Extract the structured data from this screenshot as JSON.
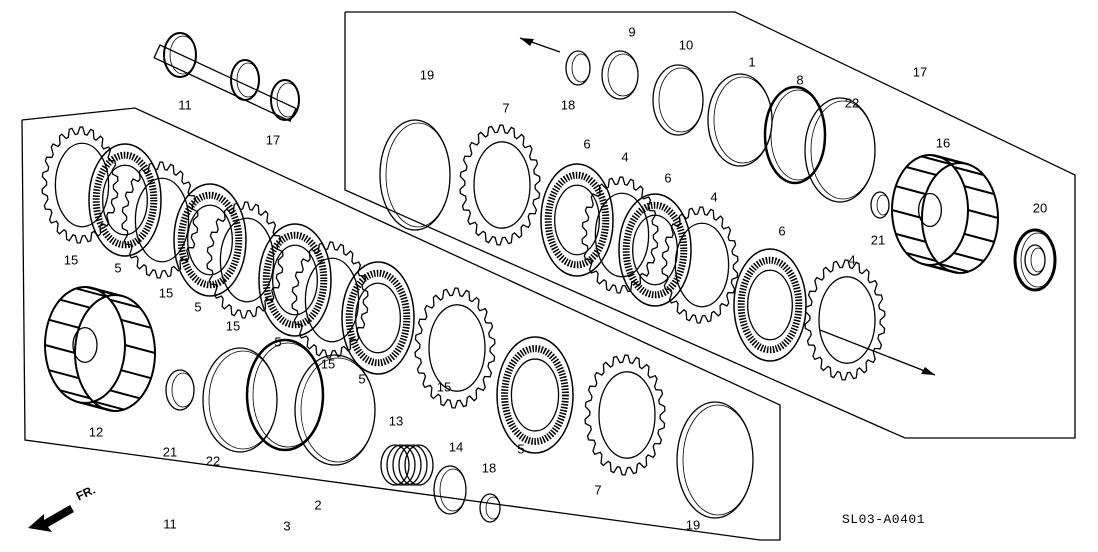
{
  "diagram": {
    "code": "SL03-A0401",
    "front_marker": "FR.",
    "callouts": [
      "11",
      "17",
      "19",
      "18",
      "9",
      "10",
      "1",
      "8",
      "22",
      "17",
      "16",
      "20",
      "21",
      "7",
      "6",
      "4",
      "6",
      "4",
      "6",
      "4",
      "15",
      "5",
      "15",
      "5",
      "15",
      "5",
      "15",
      "5",
      "12",
      "21",
      "22",
      "2",
      "3",
      "11",
      "13",
      "14",
      "18",
      "15",
      "5",
      "7",
      "19"
    ]
  },
  "colors": {
    "ink": "#000000",
    "paper": "#ffffff"
  }
}
